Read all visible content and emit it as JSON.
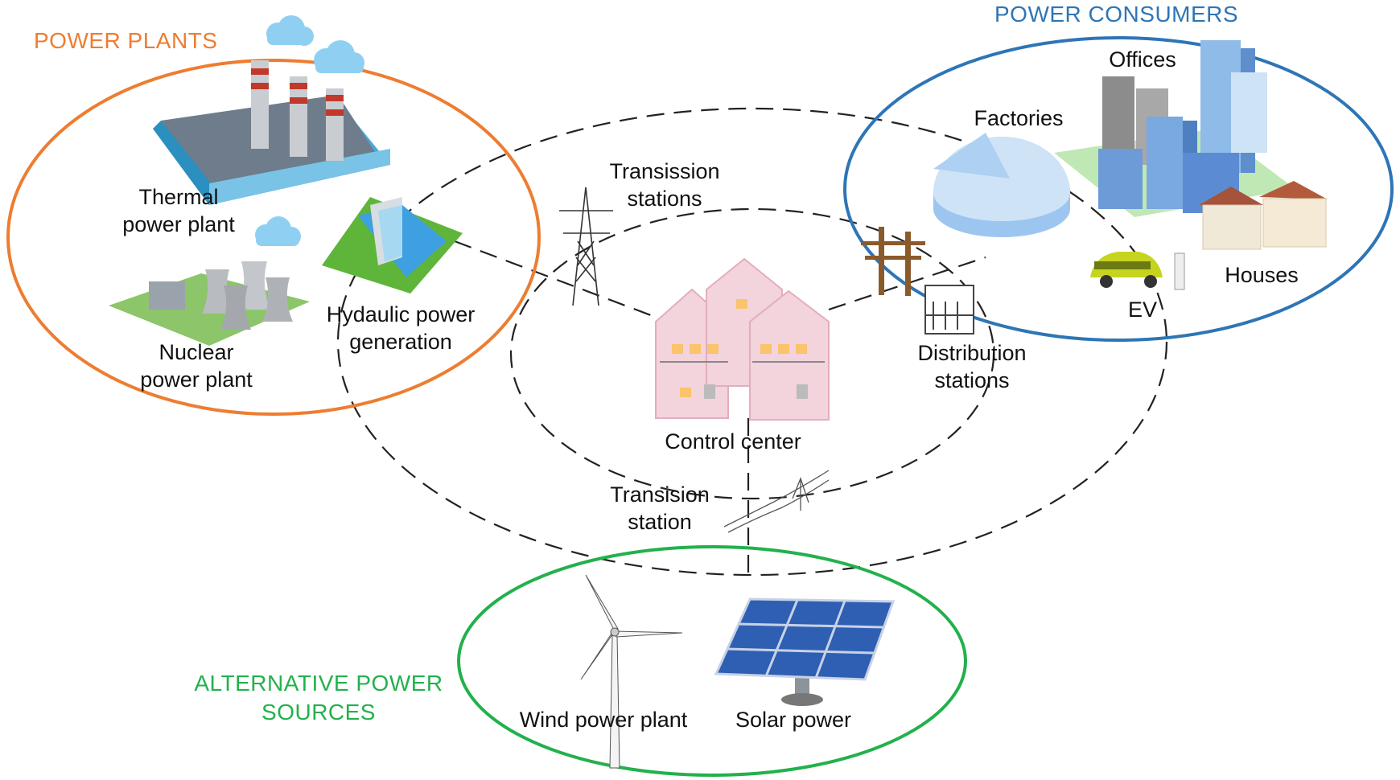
{
  "groups": {
    "power_plants": {
      "title": "POWER PLANTS",
      "color": "#ED7D31"
    },
    "power_consumers": {
      "title": "POWER CONSUMERS",
      "color": "#2E75B6"
    },
    "alternative": {
      "title_line1": "ALTERNATIVE POWER",
      "title_line2": "SOURCES",
      "color": "#22B14C"
    }
  },
  "nodes": {
    "thermal": {
      "line1": "Thermal",
      "line2": "power plant"
    },
    "nuclear": {
      "line1": "Nuclear",
      "line2": "power plant"
    },
    "hydro": {
      "line1": "Hydaulic power",
      "line2": "generation"
    },
    "transmission_top": {
      "line1": "Transission",
      "line2": "stations"
    },
    "transmission_bottom": {
      "line1": "Transision",
      "line2": "station"
    },
    "control_center": {
      "label": "Control center"
    },
    "distribution": {
      "line1": "Distribution",
      "line2": "stations"
    },
    "factories": {
      "label": "Factories"
    },
    "offices": {
      "label": "Offices"
    },
    "houses": {
      "label": "Houses"
    },
    "ev": {
      "label": "EV"
    },
    "wind": {
      "label": "Wind power plant"
    },
    "solar": {
      "label": "Solar power"
    }
  },
  "icons": [
    "cloud-icon",
    "thermal-plant-icon",
    "nuclear-plant-icon",
    "hydro-dam-icon",
    "transmission-tower-icon",
    "control-center-building-icon",
    "distribution-pole-icon",
    "factory-icon",
    "office-buildings-icon",
    "house-icon",
    "ev-car-icon",
    "wind-turbine-icon",
    "solar-panel-icon"
  ]
}
